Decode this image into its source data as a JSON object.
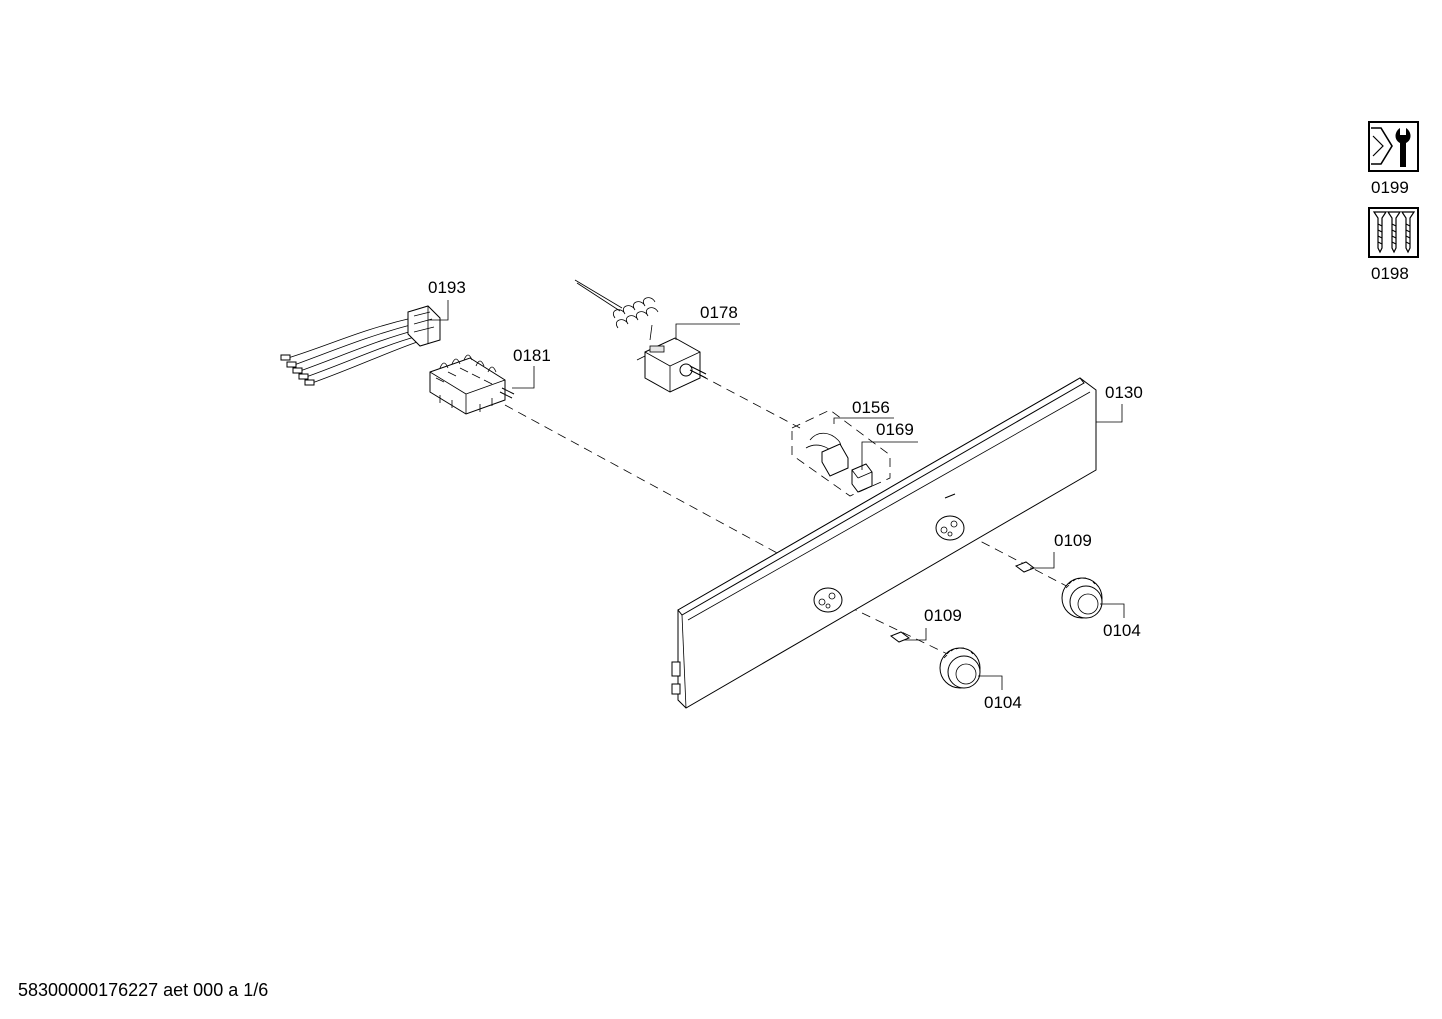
{
  "labels": {
    "p0193": "0193",
    "p0181": "0181",
    "p0178": "0178",
    "p0156": "0156",
    "p0169": "0169",
    "p0130": "0130",
    "p0109a": "0109",
    "p0109b": "0109",
    "p0104a": "0104",
    "p0104b": "0104"
  },
  "side_icons": {
    "wrench_label": "0199",
    "screws_label": "0198"
  },
  "footer": {
    "doc_id": "58300000176227 aet 000 a 1/6"
  }
}
